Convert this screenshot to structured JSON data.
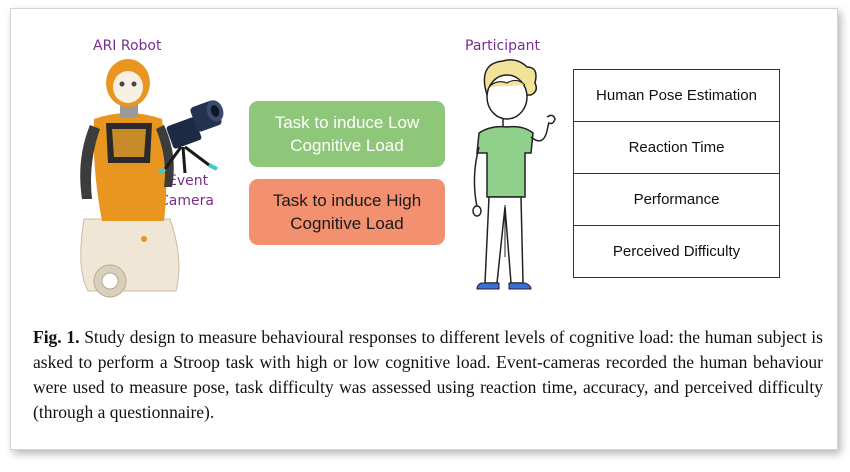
{
  "labels": {
    "robot": "ARI Robot",
    "participant": "Participant",
    "event_camera_line1": "Event",
    "event_camera_line2": "Camera"
  },
  "tasks": {
    "low": "Task to induce Low Cognitive Load",
    "high": "Task to induce High Cognitive Load"
  },
  "measures": [
    "Human Pose Estimation",
    "Reaction Time",
    "Performance",
    "Perceived Difficulty"
  ],
  "caption": {
    "label": "Fig. 1.",
    "text": " Study design to measure behavioural responses to different levels of cognitive load: the human subject is asked to perform a Stroop task with high or low cognitive load. Event-cameras recorded the human behaviour were used to measure pose, task difficulty was assessed using reaction time, accuracy, and perceived difficulty (through a questionnaire)."
  },
  "colors": {
    "label_purple": "#7a2e8c",
    "task_low": "#8fc77a",
    "task_high": "#f2906f",
    "robot_orange": "#e8961f",
    "participant_shirt": "#8fd18a",
    "participant_hair": "#f3e29a"
  }
}
